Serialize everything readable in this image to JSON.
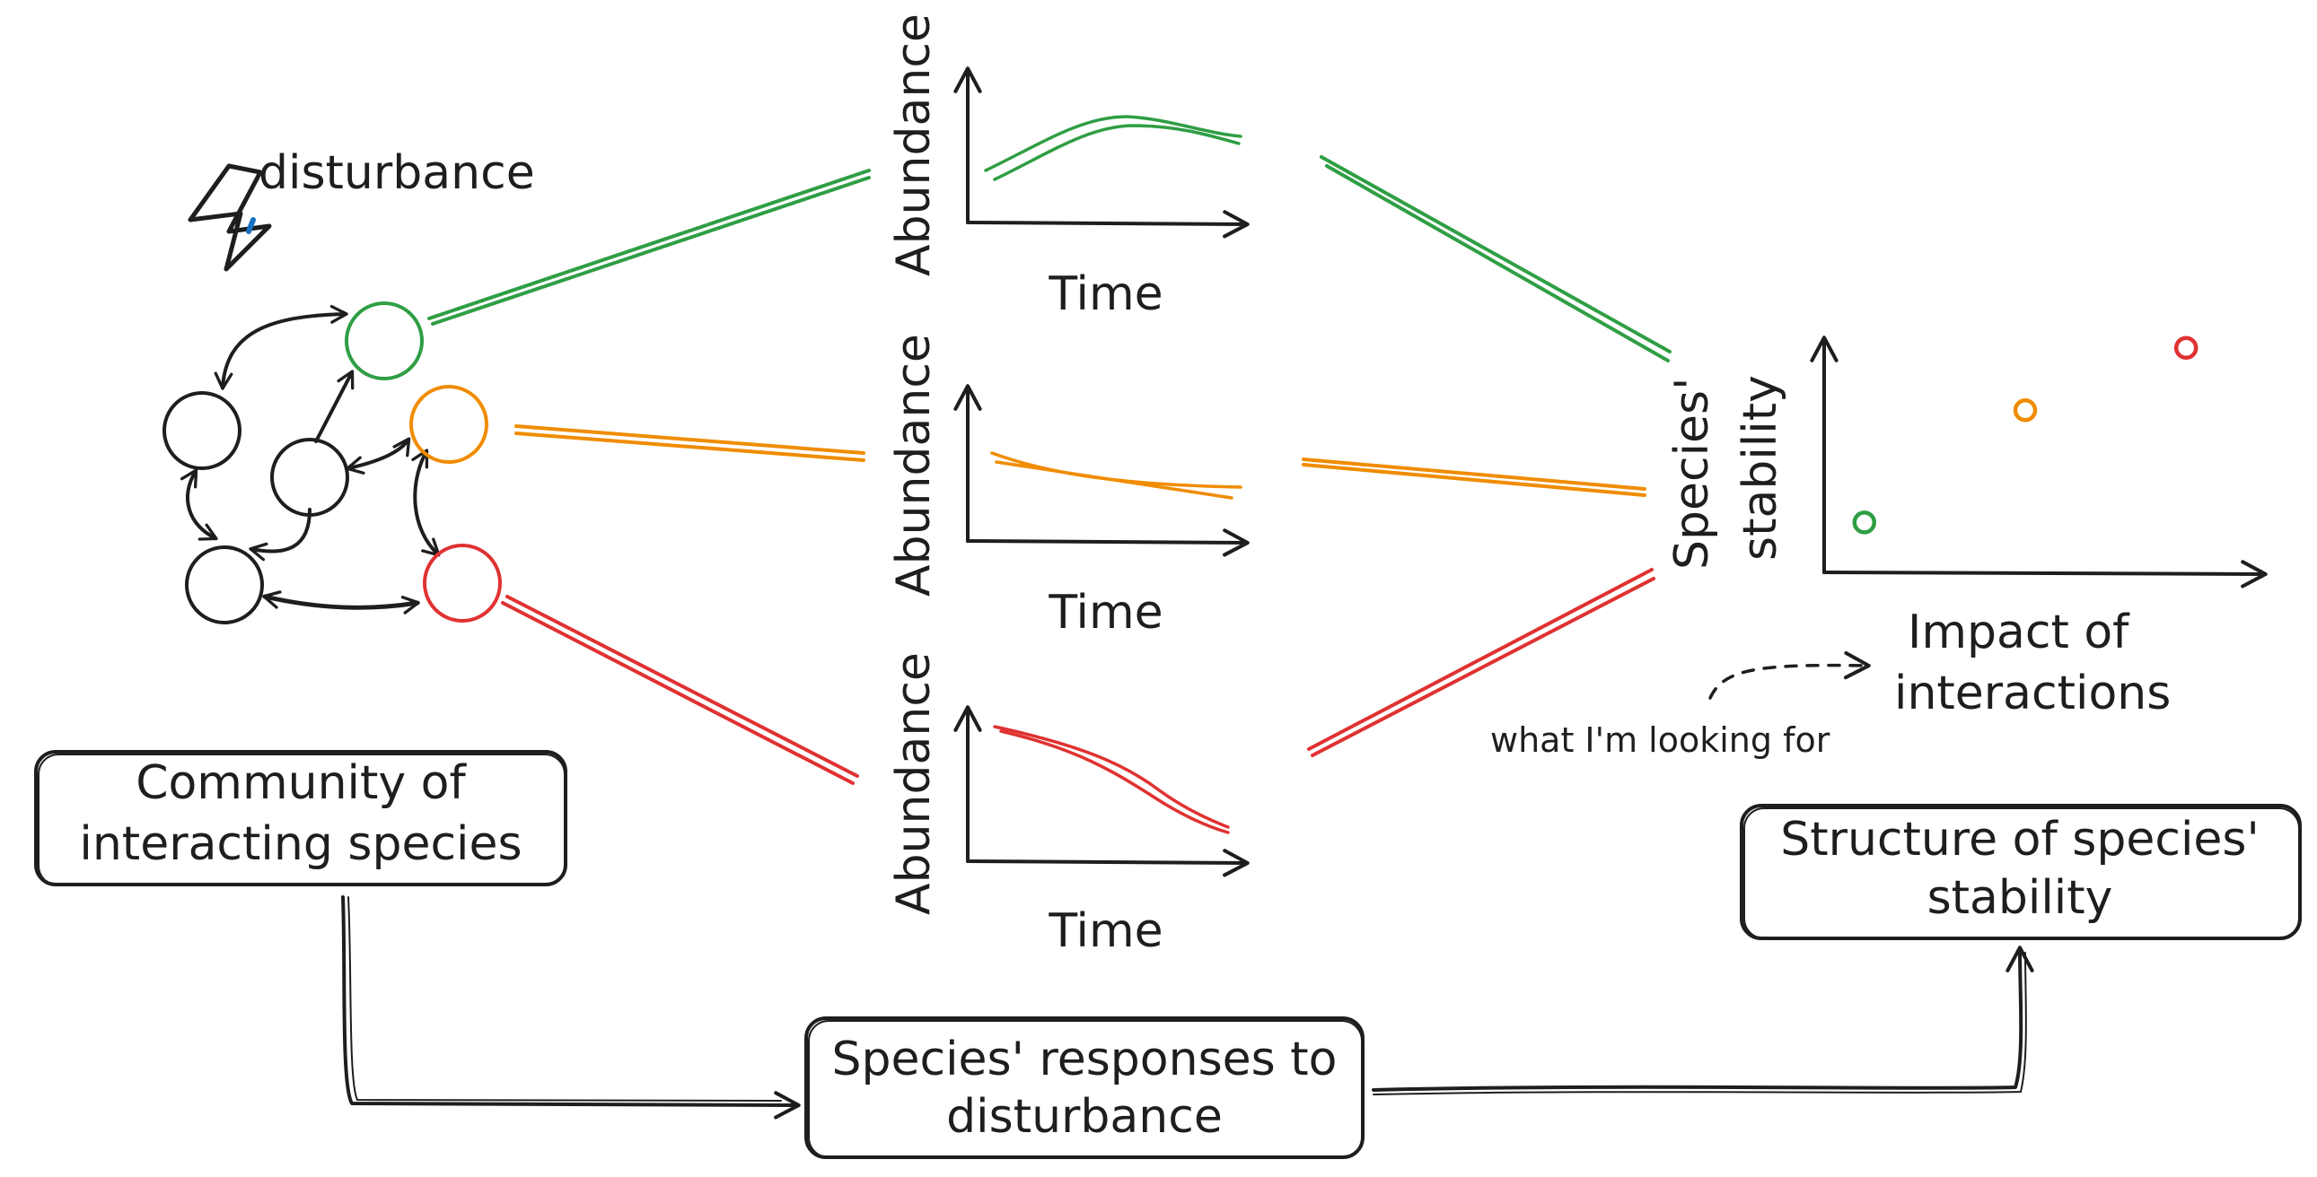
{
  "colors": {
    "ink": "#1e1e1e",
    "green": "#2f9e44",
    "orange": "#f08c00",
    "red": "#e03131",
    "blue": "#1971c2"
  },
  "disturbance": {
    "label": "disturbance",
    "icon": "lightning-bolt-icon"
  },
  "timeseries": {
    "ylabel": "Abundance",
    "xlabel": "Time",
    "panels": [
      {
        "species": "green",
        "trend": "rise-then-plateau"
      },
      {
        "species": "orange",
        "trend": "slight-decline"
      },
      {
        "species": "red",
        "trend": "steep-decline"
      }
    ]
  },
  "scatter": {
    "ylabel_line1": "Species'",
    "ylabel_line2": "stability",
    "xlabel_line1": "Impact of",
    "xlabel_line2": "interactions",
    "annotation": "what I'm looking for",
    "points": [
      {
        "species": "green",
        "impact": 0.1,
        "stability": 0.2
      },
      {
        "species": "orange",
        "impact": 0.5,
        "stability": 0.65
      },
      {
        "species": "red",
        "impact": 0.9,
        "stability": 0.9
      }
    ]
  },
  "boxes": {
    "community_line1": "Community of",
    "community_line2": "interacting species",
    "responses_line1": "Species' responses to",
    "responses_line2": "disturbance",
    "structure_line1": "Structure of species'",
    "structure_line2": "stability"
  }
}
